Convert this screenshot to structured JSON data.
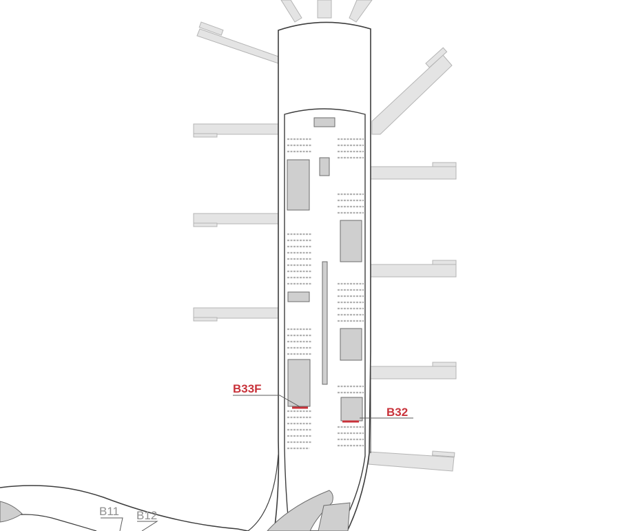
{
  "map": {
    "colors": {
      "outline": "#3c3c3c",
      "jetbridge_fill": "#e4e4e4",
      "jetbridge_stroke": "#b4b4b4",
      "block_fill": "#cfcfcf",
      "block_stroke": "#6b6b6b",
      "seating": "#b0b0b0",
      "highlight": "#c8323a",
      "label_gray": "#8e8e8e"
    },
    "gates": {
      "b33f": "B33F",
      "b32": "B32",
      "b11": "B11",
      "b12": "B12"
    },
    "highlighted_gates": [
      "B33F",
      "B32"
    ]
  }
}
